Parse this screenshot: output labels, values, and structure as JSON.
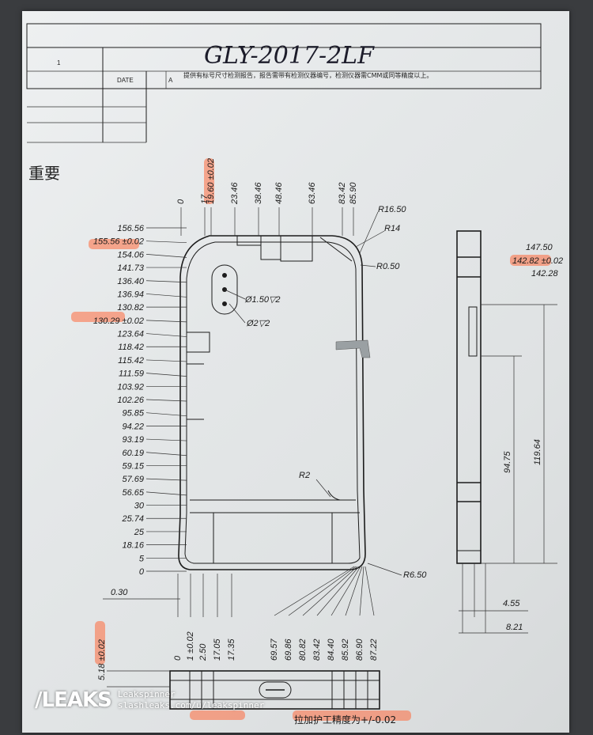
{
  "header": {
    "handwritten_code": "GLY-2017-2LF",
    "rev_number": "1",
    "date_label": "DATE",
    "note_letter": "A",
    "note_text": "提供有标号尺寸检测报告，报告需带有检测仪器编号，检测仪器需CMM或同等精度以上。"
  },
  "side_note": "重要",
  "main_view": {
    "top_dims": [
      "0",
      "17",
      "19.60 ±0.02",
      "23.46",
      "38.46",
      "48.46",
      "63.46",
      "83.42",
      "85.90"
    ],
    "left_dims": [
      "156.56",
      "155.56 ±0.02",
      "154.06",
      "141.73",
      "136.40",
      "136.94",
      "130.82",
      "130.29 ±0.02",
      "123.64",
      "118.42",
      "115.42",
      "111.59",
      "103.92",
      "102.26",
      "95.85",
      "94.22",
      "93.19",
      "60.19",
      "59.15",
      "57.69",
      "56.65",
      "30",
      "25.74",
      "25",
      "18.16",
      "5",
      "0"
    ],
    "bottom_dims_left": [
      "0",
      "1 ±0.02",
      "2.50",
      "17.05",
      "17.35"
    ],
    "bottom_dims_right": [
      "69.57",
      "69.86",
      "80.82",
      "83.42",
      "84.40",
      "85.92",
      "86.90",
      "87.22"
    ],
    "offset_dim": "0.30",
    "radius_labels": [
      "R16.50",
      "R14",
      "R0.50",
      "R2",
      "R6.50"
    ],
    "hole_callouts": [
      "Ø1.50▽2",
      "Ø2▽2"
    ]
  },
  "side_view": {
    "top_dims": [
      "147.50",
      "142.82 ±0.02",
      "142.28"
    ],
    "vertical_dims": [
      "94.75",
      "119.64"
    ],
    "bottom_dims": [
      "4.55",
      "8.21"
    ]
  },
  "bottom_view": {
    "left_dim": "5.18 ±0.02",
    "tolerance_note": "拉加护工精度为+/-0.02"
  },
  "watermark": {
    "logo": "/LEAKS",
    "user": "Leakspinner",
    "url": "slashleaks.com/u/leakspinner"
  }
}
